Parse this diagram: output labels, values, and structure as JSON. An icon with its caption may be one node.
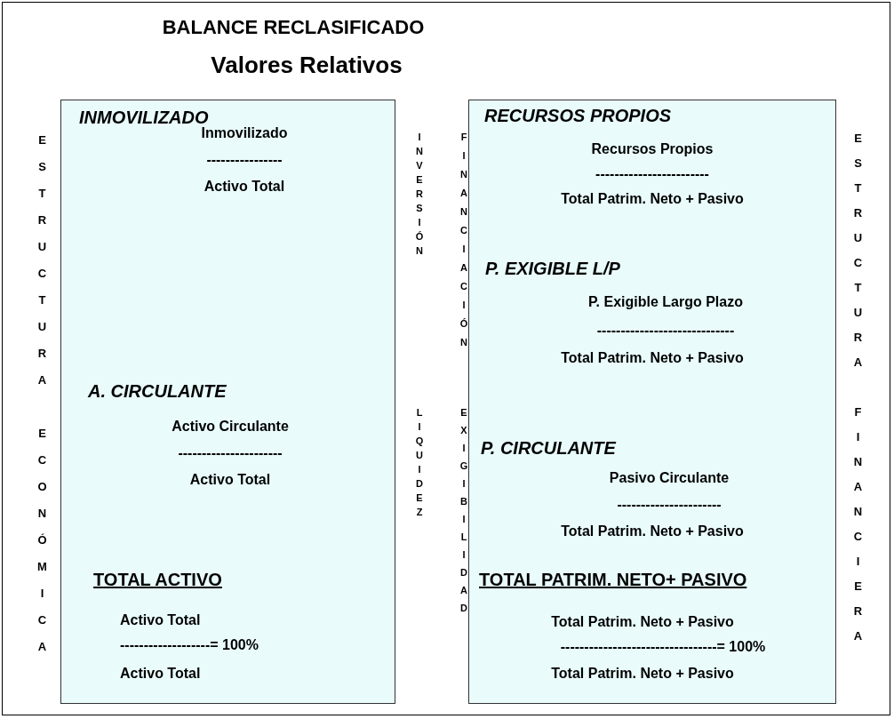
{
  "diagram": {
    "title": "BALANCE RECLASIFICADO",
    "nodes": [
      {
        "text": [
          "INMOVILIZADO",
          "Inmovilizado",
          "----------------",
          "Activo Total",
          "A. CIRCULANTE",
          "Activo Circulante",
          "----------------------",
          "Activo Total",
          "TOTAL ACTIVO",
          "Activo Total",
          "-------------------= 100%",
          "Activo Total"
        ]
      },
      {
        "text": [
          "RECURSOS PROPIOS",
          "Recursos Propios",
          "------------------------",
          "Total Patrim. Neto + Pasivo",
          "P. EXIGIBLE L/P",
          "P. Exigible Largo Plazo",
          "-----------------------------",
          "Total Patrim. Neto + Pasivo",
          "P. CIRCULANTE",
          "Pasivo Circulante",
          "----------------------",
          "Total Patrim. Neto + Pasivo",
          "TOTAL PATRIM. NETO+ PASIVO",
          "Total Patrim. Neto + Pasivo",
          "---------------------------------= 100%",
          "Total Patrim. Neto + Pasivo"
        ]
      }
    ],
    "edges": [],
    "labels": [
      "Valores Relativos",
      "ESTRUCTURA ECONÓMICA",
      "INVERSIÓN",
      "LIQUIDEZ",
      "FINANCIACIÓN",
      "EXIGIBILIDAD",
      "ESTRUCTURA FINANCIERA"
    ]
  }
}
